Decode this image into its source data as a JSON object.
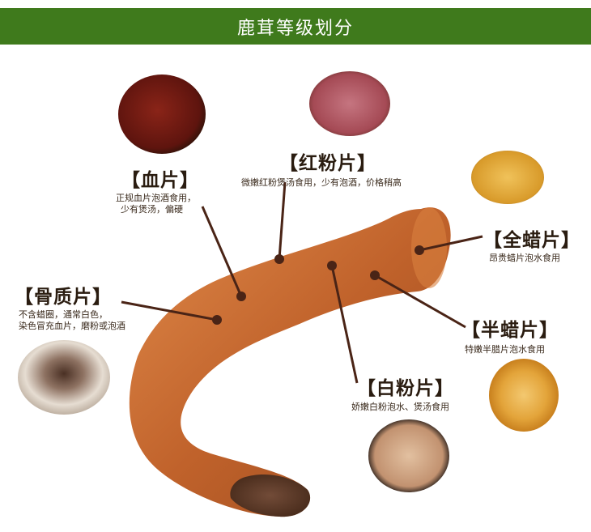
{
  "header": {
    "title": "鹿茸等级划分"
  },
  "colors": {
    "header_bg": "#3f7a1c",
    "leader_line": "#4a2416",
    "antler": "#c0622b"
  },
  "grades": [
    {
      "key": "blood",
      "label": "【血片】",
      "desc": [
        "正规血片泡酒食用，",
        "少有煲汤，偏硬"
      ]
    },
    {
      "key": "red-powder",
      "label": "【红粉片】",
      "desc": [
        "微嫩红粉煲汤食用，少有泡酒，价格稍高"
      ]
    },
    {
      "key": "full-wax",
      "label": "【全蜡片】",
      "desc": [
        "昂贵蜡片泡水食用"
      ]
    },
    {
      "key": "bone",
      "label": "【骨质片】",
      "desc": [
        "不含蜡圈，通常白色，",
        "染色冒充血片，磨粉或泡酒"
      ]
    },
    {
      "key": "half-wax",
      "label": "【半蜡片】",
      "desc": [
        "特嫩半腊片泡水食用"
      ]
    },
    {
      "key": "white-powder",
      "label": "【白粉片】",
      "desc": [
        "娇嫩白粉泡水、煲汤食用"
      ]
    }
  ]
}
